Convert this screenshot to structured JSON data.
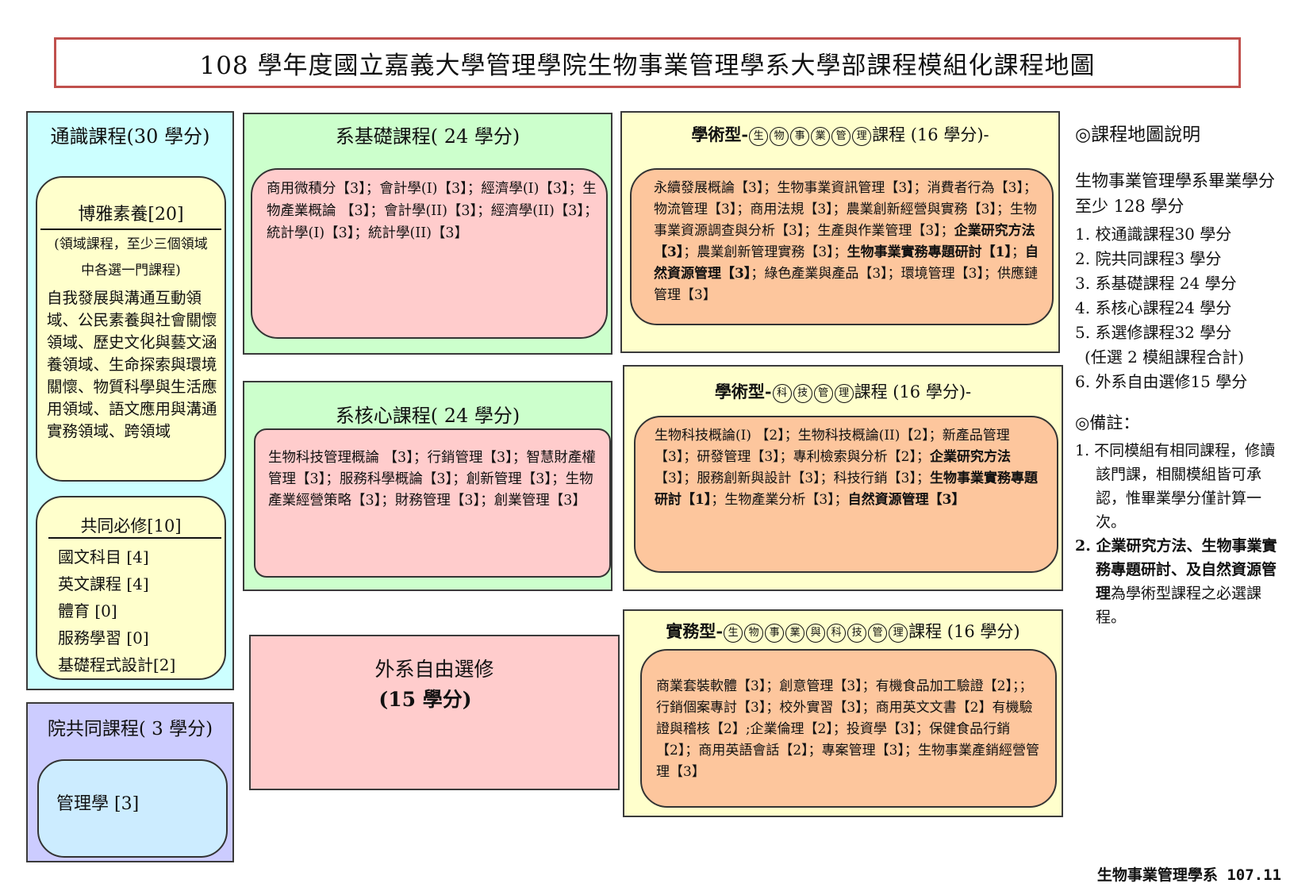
{
  "title": "108 學年度國立嘉義大學管理學院生物事業管理學系大學部課程模組化課程地圖",
  "general": {
    "header": "通識課程(30 學分)",
    "liberal": {
      "title": "博雅素養[20]",
      "note": "(領域課程，至少三個領域中各選一門課程)",
      "body": "自我發展與溝通互動領域、公民素養與社會關懷領域、歷史文化與藝文涵養領域、生命探索與環境關懷、物質科學與生活應用領域、語文應用與溝通實務領域、跨領域"
    },
    "required": {
      "title": "共同必修[10]",
      "items": [
        "國文科目 [4]",
        "英文課程 [4]",
        "體育 [0]",
        "服務學習 [0]",
        "基礎程式設計[2]"
      ]
    }
  },
  "college": {
    "header": "院共同課程( 3 學分)",
    "body": "管理學 [3]"
  },
  "basic": {
    "header": "系基礎課程( 24 學分)",
    "body": "商用微積分【3】；會計學(I)【3】；經濟學(I)【3】；生物產業概論 【3】；會計學(II)【3】；經濟學(II)【3】；統計學(I)【3】；統計學(II)【3】"
  },
  "core": {
    "header": "系核心課程( 24 學分)",
    "body": "生物科技管理概論 【3】；行銷管理【3】；智慧財產權管理【3】；服務科學概論【3】；創新管理【3】；生物產業經營策略【3】；財務管理【3】；創業管理【3】"
  },
  "free": {
    "line1": "外系自由選修",
    "line2": "(15 學分)"
  },
  "academic_bio": {
    "prefix": "學術型-",
    "circles": [
      "生",
      "物",
      "事",
      "業",
      "管",
      "理"
    ],
    "suffix": "課程 (16 學分)-",
    "body": "永續發展概論【3】；生物事業資訊管理【3】；消費者行為【3】；物流管理【3】；商用法規【3】；農業創新經營與實務【3】；生物事業資源調查與分析【3】；生產與作業管理【3】；",
    "bold1": "企業研究方法【3】",
    "mid1": "；農業創新管理實務【3】；",
    "bold2": "生物事業實務專題研討【1】",
    "mid2": "；",
    "bold3": "自然資源管理【3】",
    "tail": "；綠色產業與產品【3】；環境管理【3】；供應鏈管理【3】"
  },
  "academic_tech": {
    "prefix": "學術型-",
    "circles": [
      "科",
      "技",
      "管",
      "理"
    ],
    "suffix": "課程 (16 學分)-",
    "body": "生物科技概論(I) 【2】；生物科技概論(II)【2】；新產品管理【3】；研發管理【3】；專利檢索與分析【2】；",
    "bold1": "企業研究方法",
    "mid1": "【3】；服務創新與設計【3】；科技行銷【3】；",
    "bold2": "生物事業實務專題研討【1】",
    "mid2": "；生物產業分析【3】；",
    "bold3": "自然資源管理【3】"
  },
  "practical": {
    "prefix": "實務型-",
    "circles": [
      "生",
      "物",
      "事",
      "業",
      "與",
      "科",
      "技",
      "管",
      "理"
    ],
    "suffix": "課程 (16 學分)",
    "body": "商業套裝軟體【3】；創意管理【3】；有機食品加工驗證【2】；；行銷個案專討【3】；校外實習【3】；商用英文文書【2】有機驗證與稽核【2】;企業倫理【2】；投資學【3】；保健食品行銷【2】；商用英語會話【2】；專案管理【3】；生物事業產銷經營管理【3】"
  },
  "notes": {
    "title": "◎課程地圖說明",
    "intro": "生物事業管理學系畢業學分至少 128 學分",
    "items": [
      "1. 校通識課程30 學分",
      "2. 院共同課程3 學分",
      "3. 系基礎課程 24 學分",
      "4. 系核心課程24 學分",
      "5. 系選修課程32 學分",
      "(任選 2 模組課程合計)",
      "6. 外系自由選修15 學分"
    ],
    "remark_title": "◎備註：",
    "remark1": "1. 不同模組有相同課程，修讀該門課，相關模組皆可承認，惟畢業學分僅計算一次。",
    "remark2_bold": "2. 企業研究方法、生物事業實務專題研討、及自然資源管理",
    "remark2_tail": "為學術型課程之必選課程。"
  },
  "footer": "生物事業管理學系 107.11"
}
